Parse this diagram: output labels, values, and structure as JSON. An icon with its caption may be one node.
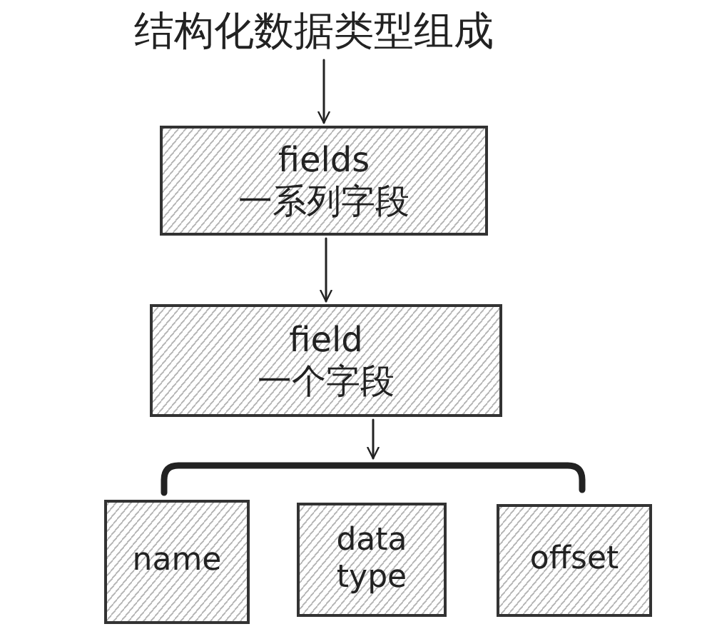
{
  "diagram": {
    "nodes": [
      {
        "text": [
          "结构化数据类型组成"
        ]
      },
      {
        "text": [
          "fields",
          "一系列字段"
        ]
      },
      {
        "text": [
          "field",
          "一个字段"
        ]
      },
      {
        "text": [],
        "shape": "brace"
      },
      {
        "text": [
          "name"
        ]
      },
      {
        "text": [
          "data type"
        ]
      },
      {
        "text": [
          "offset"
        ]
      }
    ],
    "edges": [
      {
        "from": 0,
        "to": 1,
        "arrow": "to"
      },
      {
        "from": 1,
        "to": 2,
        "arrow": "to"
      },
      {
        "from": 2,
        "to": 3,
        "arrow": "to"
      }
    ]
  }
}
